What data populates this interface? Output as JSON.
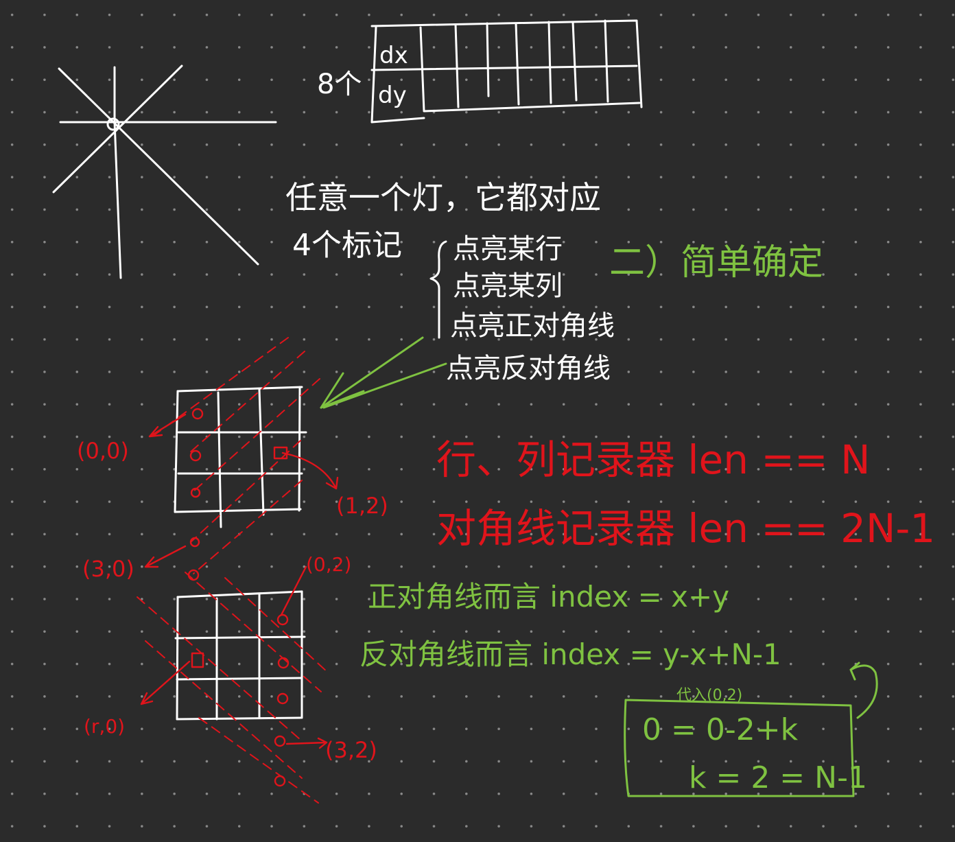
{
  "star": {
    "count_label": "8个"
  },
  "direction_table": {
    "row1": "dx",
    "row2": "dy"
  },
  "note_main": {
    "line1": "任意一个灯，它都对应",
    "line2": "4个标记"
  },
  "marks": [
    "点亮某行",
    "点亮某列",
    "点亮正对角线",
    "点亮反对角线"
  ],
  "simple_note": "二）简单确定",
  "recorder_notes": {
    "row_col": "行、列记录器 len == N",
    "diag": "对角线记录器 len == 2N-1"
  },
  "grid1_labels": {
    "origin": "(0,0)",
    "cell_12": "(1,2)",
    "cell_30": "(3,0)"
  },
  "grid2_labels": {
    "cell_02": "(0,2)",
    "cell_r0": "(r,0)",
    "cell_32": "(3,2)"
  },
  "index_notes": {
    "main_diag": "正对角线而言  index = x+y",
    "anti_diag": "反对角线而言  index = y-x+N-1"
  },
  "derivation": {
    "subst": "代入(0,2)",
    "eq1": "0 = 0-2+k",
    "eq2": "k = 2 = N-1"
  },
  "colors": {
    "background": "#2b2b2b",
    "ink_white": "#ffffff",
    "ink_green": "#7fc241",
    "ink_red": "#e0141b",
    "dots": "#8a8a8a"
  }
}
